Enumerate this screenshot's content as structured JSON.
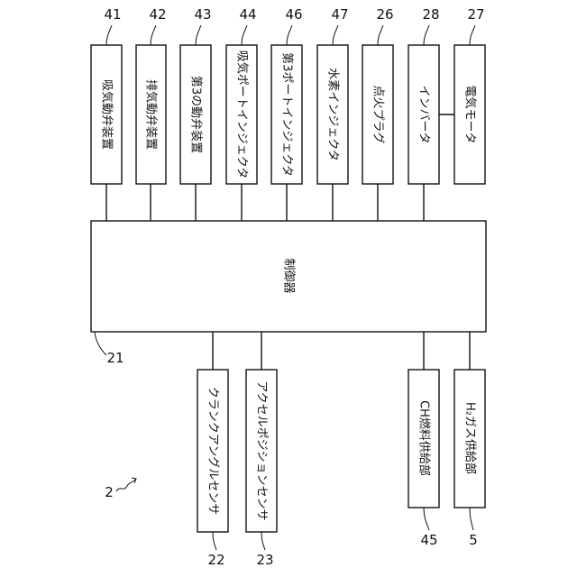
{
  "controller": {
    "label": "制御器",
    "ref": "21"
  },
  "top_components": [
    {
      "label": "吸気動弁装置",
      "ref": "41"
    },
    {
      "label": "排気動弁装置",
      "ref": "42"
    },
    {
      "label": "第3の動弁装置",
      "ref": "43"
    },
    {
      "label": "吸気ポートインジェクタ",
      "ref": "44"
    },
    {
      "label": "第3ポートインジェクタ",
      "ref": "46"
    },
    {
      "label": "水素インジェクタ",
      "ref": "47"
    },
    {
      "label": "点火プラグ",
      "ref": "26"
    },
    {
      "label": "インバータ",
      "ref": "28"
    },
    {
      "label": "電気モータ",
      "ref": "27"
    }
  ],
  "bottom_components": [
    {
      "label": "クランクアングルセンサ",
      "ref": "22"
    },
    {
      "label": "アクセルポジションセンサ",
      "ref": "23"
    },
    {
      "label": "CH燃料供給部",
      "ref": "45"
    },
    {
      "label": "H₂ガス供給部",
      "ref": "5"
    }
  ],
  "system_ref": "2"
}
